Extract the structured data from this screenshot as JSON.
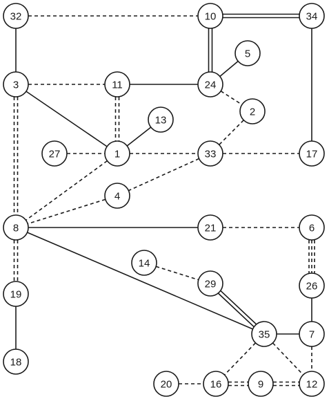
{
  "nodes": [
    {
      "id": "32",
      "label": "32"
    },
    {
      "id": "10",
      "label": "10"
    },
    {
      "id": "34",
      "label": "34"
    },
    {
      "id": "5",
      "label": "5"
    },
    {
      "id": "3",
      "label": "3"
    },
    {
      "id": "11",
      "label": "11"
    },
    {
      "id": "24",
      "label": "24"
    },
    {
      "id": "2",
      "label": "2"
    },
    {
      "id": "13",
      "label": "13"
    },
    {
      "id": "27",
      "label": "27"
    },
    {
      "id": "1",
      "label": "1"
    },
    {
      "id": "33",
      "label": "33"
    },
    {
      "id": "17",
      "label": "17"
    },
    {
      "id": "4",
      "label": "4"
    },
    {
      "id": "8",
      "label": "8"
    },
    {
      "id": "21",
      "label": "21"
    },
    {
      "id": "6",
      "label": "6"
    },
    {
      "id": "14",
      "label": "14"
    },
    {
      "id": "29",
      "label": "29"
    },
    {
      "id": "26",
      "label": "26"
    },
    {
      "id": "19",
      "label": "19"
    },
    {
      "id": "35",
      "label": "35"
    },
    {
      "id": "7",
      "label": "7"
    },
    {
      "id": "18",
      "label": "18"
    },
    {
      "id": "20",
      "label": "20"
    },
    {
      "id": "16",
      "label": "16"
    },
    {
      "id": "9",
      "label": "9"
    },
    {
      "id": "12",
      "label": "12"
    }
  ],
  "edges": [
    {
      "from": "32",
      "to": "10",
      "style": "dashed"
    },
    {
      "from": "10",
      "to": "34",
      "style": "double"
    },
    {
      "from": "32",
      "to": "3",
      "style": "solid"
    },
    {
      "from": "10",
      "to": "24",
      "style": "double"
    },
    {
      "from": "34",
      "to": "17",
      "style": "solid"
    },
    {
      "from": "24",
      "to": "5",
      "style": "solid"
    },
    {
      "from": "3",
      "to": "11",
      "style": "dashed"
    },
    {
      "from": "11",
      "to": "24",
      "style": "solid"
    },
    {
      "from": "24",
      "to": "2",
      "style": "dashed"
    },
    {
      "from": "3",
      "to": "1",
      "style": "solid"
    },
    {
      "from": "11",
      "to": "1",
      "style": "double-dashed"
    },
    {
      "from": "1",
      "to": "13",
      "style": "solid"
    },
    {
      "from": "27",
      "to": "1",
      "style": "dashed"
    },
    {
      "from": "1",
      "to": "33",
      "style": "dashed"
    },
    {
      "from": "33",
      "to": "17",
      "style": "dashed"
    },
    {
      "from": "2",
      "to": "33",
      "style": "dashed"
    },
    {
      "from": "33",
      "to": "4",
      "style": "dashed"
    },
    {
      "from": "3",
      "to": "8",
      "style": "double-dashed"
    },
    {
      "from": "1",
      "to": "8",
      "style": "dashed"
    },
    {
      "from": "4",
      "to": "8",
      "style": "dashed"
    },
    {
      "from": "8",
      "to": "21",
      "style": "solid"
    },
    {
      "from": "21",
      "to": "6",
      "style": "dashed"
    },
    {
      "from": "6",
      "to": "26",
      "style": "triple-dashed"
    },
    {
      "from": "8",
      "to": "35",
      "style": "solid"
    },
    {
      "from": "8",
      "to": "19",
      "style": "double-dashed"
    },
    {
      "from": "19",
      "to": "18",
      "style": "solid"
    },
    {
      "from": "14",
      "to": "29",
      "style": "dashed"
    },
    {
      "from": "29",
      "to": "35",
      "style": "double"
    },
    {
      "from": "26",
      "to": "7",
      "style": "solid"
    },
    {
      "from": "35",
      "to": "7",
      "style": "solid"
    },
    {
      "from": "7",
      "to": "12",
      "style": "dashed"
    },
    {
      "from": "35",
      "to": "16",
      "style": "dashed"
    },
    {
      "from": "35",
      "to": "12",
      "style": "dashed"
    },
    {
      "from": "20",
      "to": "16",
      "style": "dashed"
    },
    {
      "from": "16",
      "to": "9",
      "style": "double-dashed"
    },
    {
      "from": "9",
      "to": "12",
      "style": "double-dashed"
    }
  ]
}
